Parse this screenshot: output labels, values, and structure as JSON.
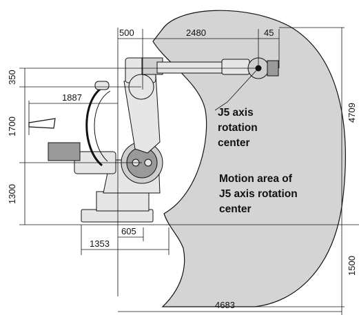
{
  "colors": {
    "motion_area": "#d4d4d4",
    "robot_body": "#e6e6e6",
    "line": "#111111"
  },
  "dimensions": {
    "top_500": "500",
    "top_2480": "2480",
    "top_45": "45",
    "left_350": "350",
    "left_1700": "1700",
    "left_1300": "1300",
    "reach_1887": "1887",
    "right_4709": "4709",
    "right_1500": "1500",
    "bottom_605": "605",
    "bottom_1353": "1353",
    "bottom_4683": "4683"
  },
  "labels": {
    "j5_line1": "J5 axis",
    "j5_line2": "rotation",
    "j5_line3": "center",
    "motion_line1": "Motion area of",
    "motion_line2": "J5 axis rotation",
    "motion_line3": "center"
  },
  "icons": [
    "robot-arm-drawing",
    "motion-area-shape"
  ]
}
